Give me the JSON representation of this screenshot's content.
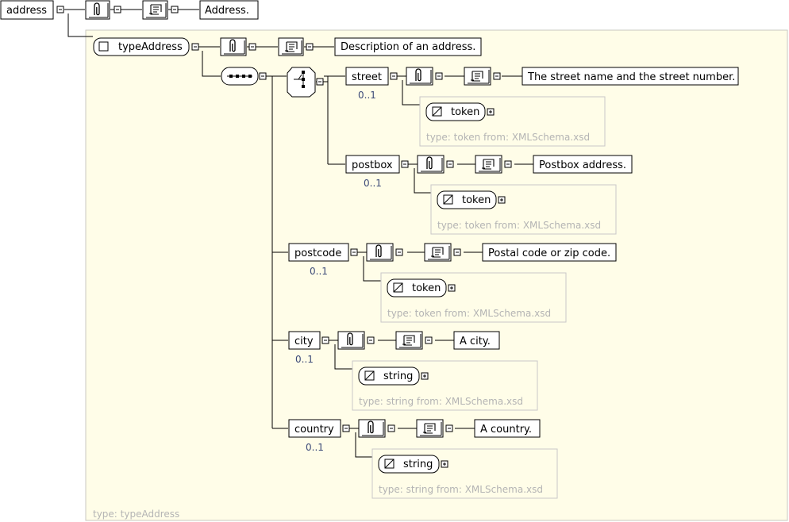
{
  "root": {
    "name": "address",
    "documentation": "Address."
  },
  "complex_type": {
    "name": "typeAddress",
    "documentation": "Description of an address.",
    "footer": "type: typeAddress"
  },
  "elements": [
    {
      "name": "street",
      "occurs": "0..1",
      "documentation": "The street name and the street number.",
      "type_name": "token",
      "type_info": "type: token from: XMLSchema.xsd"
    },
    {
      "name": "postbox",
      "occurs": "0..1",
      "documentation": "Postbox address.",
      "type_name": "token",
      "type_info": "type: token from: XMLSchema.xsd"
    },
    {
      "name": "postcode",
      "occurs": "0..1",
      "documentation": "Postal code or zip code.",
      "type_name": "token",
      "type_info": "type: token from: XMLSchema.xsd"
    },
    {
      "name": "city",
      "occurs": "0..1",
      "documentation": "A city.",
      "type_name": "string",
      "type_info": "type: string from: XMLSchema.xsd"
    },
    {
      "name": "country",
      "occurs": "0..1",
      "documentation": "A country.",
      "type_name": "string",
      "type_info": "type: string from: XMLSchema.xsd"
    }
  ],
  "icons": {
    "annotation": "paperclip-icon",
    "documentation": "scroll-icon",
    "sequence": "sequence-icon",
    "choice": "choice-icon",
    "simple_type": "simple-type-icon",
    "complex_type": "complex-type-icon",
    "collapse": "collapse-icon",
    "expand": "expand-icon"
  },
  "colors": {
    "panel_background": "#fffde8",
    "panel_border": "#c8c8c0",
    "type_box_border": "#c8c8c8",
    "muted_text": "#b4b4b4",
    "occurs_text": "#3c4a78",
    "line": "#000000"
  }
}
